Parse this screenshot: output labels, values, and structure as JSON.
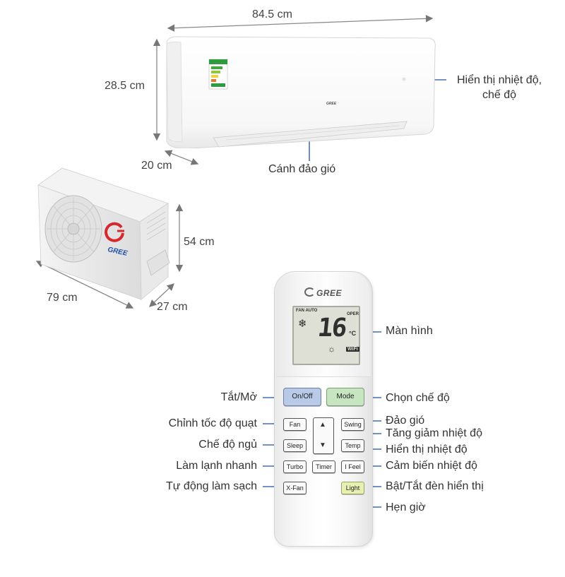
{
  "dimensions": {
    "indoor_width": "84.5 cm",
    "indoor_height": "28.5 cm",
    "indoor_depth": "20 cm",
    "outdoor_height": "54 cm",
    "outdoor_width": "79 cm",
    "outdoor_depth": "27 cm"
  },
  "indoor_labels": {
    "display": "Hiển thị nhiệt độ,\nchế độ",
    "louver": "Cánh đảo gió"
  },
  "brand": {
    "logo_text": "GREE"
  },
  "remote": {
    "lcd": {
      "fan_text": "FAN AUTO",
      "oper_text": "OPER",
      "temperature": "16",
      "unit": "°C",
      "wifi_text": "WiFi"
    },
    "buttons": {
      "onoff": "On/Off",
      "mode": "Mode",
      "fan": "Fan",
      "swing": "Swing",
      "sleep": "Sleep",
      "temp": "Temp",
      "turbo": "Turbo",
      "timer": "Timer",
      "ifeel": "I Feel",
      "xfan": "X-Fan",
      "light": "Light"
    }
  },
  "remote_labels": {
    "screen": "Màn hình",
    "onoff": "Tắt/Mở",
    "mode": "Chọn chế độ",
    "swing": "Đảo gió",
    "fan_speed": "Chỉnh tốc độ quạt",
    "temp_updown": "Tăng giảm nhiệt độ",
    "sleep": "Chế độ ngủ",
    "temp_display": "Hiển thị nhiệt độ",
    "turbo": "Làm lạnh nhanh",
    "ifeel": "Cảm biến nhiệt độ",
    "xfan": "Tự động làm sạch",
    "light": "Bật/Tắt đèn hiển thị",
    "timer": "Hẹn giờ"
  },
  "colors": {
    "callout_line": "#1f4fa8",
    "dimension_line": "#777777",
    "onoff_button": "#b9c9e8",
    "mode_button": "#c8e5c1",
    "light_button": "#e7efb2"
  }
}
